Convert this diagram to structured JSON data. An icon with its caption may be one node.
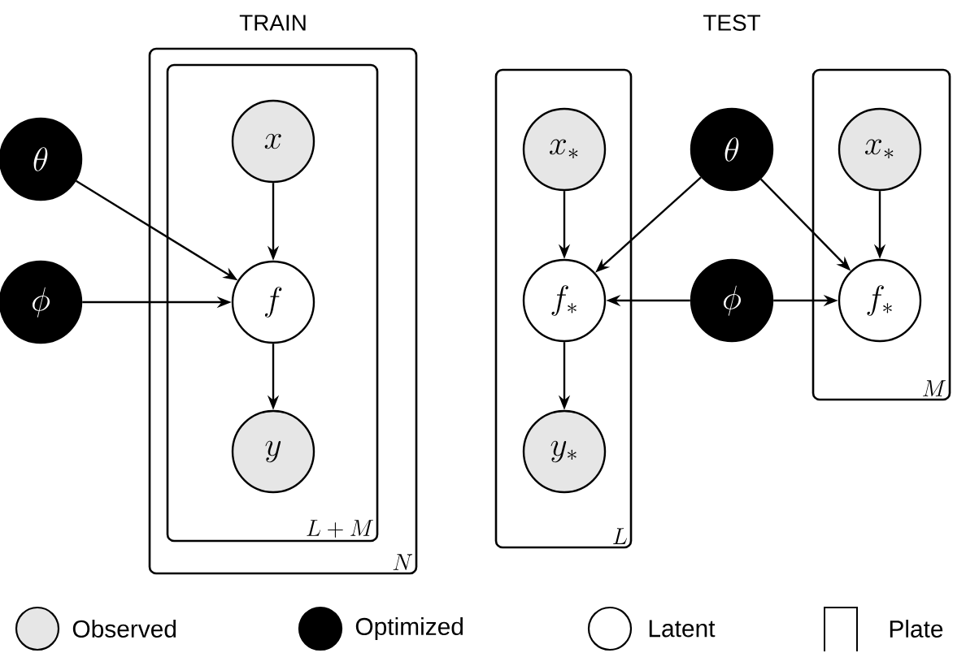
{
  "diagram": {
    "nodes": [
      {
        "text": [
          "N"
        ]
      },
      {
        "text": [
          "L + M"
        ],
        "in": 0
      },
      {
        "text": [
          "x"
        ],
        "in": 1
      },
      {
        "text": [
          "f"
        ],
        "in": 1
      },
      {
        "text": [
          "y"
        ],
        "in": 1
      },
      {
        "text": [
          "\\theta"
        ]
      },
      {
        "text": [
          "\\phi"
        ]
      },
      {
        "text": [
          "L"
        ]
      },
      {
        "text": [
          "x_*"
        ],
        "in": 7
      },
      {
        "text": [
          "f_*"
        ],
        "in": 7
      },
      {
        "text": [
          "y_*"
        ],
        "in": 7
      },
      {
        "text": [
          "\\theta"
        ]
      },
      {
        "text": [
          "\\phi"
        ]
      },
      {
        "text": [
          "M"
        ]
      },
      {
        "text": [
          "x_*"
        ],
        "in": 13
      },
      {
        "text": [
          "f_*"
        ],
        "in": 13
      }
    ],
    "edges": [
      {
        "from": 2,
        "to": 3,
        "arrow": "to"
      },
      {
        "from": 5,
        "to": 3,
        "arrow": "to"
      },
      {
        "from": 6,
        "to": 3,
        "arrow": "to"
      },
      {
        "from": 3,
        "to": 4,
        "arrow": "to"
      },
      {
        "from": 8,
        "to": 9,
        "arrow": "to"
      },
      {
        "from": 11,
        "to": 9,
        "arrow": "to"
      },
      {
        "from": 11,
        "to": 15,
        "arrow": "to"
      },
      {
        "from": 12,
        "to": 9,
        "arrow": "to"
      },
      {
        "from": 12,
        "to": 15,
        "arrow": "to"
      },
      {
        "from": 14,
        "to": 15,
        "arrow": "to"
      },
      {
        "from": 9,
        "to": 10,
        "arrow": "to"
      }
    ],
    "labels": [
      "TRAIN",
      "TEST"
    ],
    "legend": [
      {
        "text": "Observed",
        "color": "#e6e6e6"
      },
      {
        "text": "Optimized",
        "color": "#000000"
      },
      {
        "text": "Latent"
      },
      {
        "text": "Plate"
      }
    ]
  }
}
